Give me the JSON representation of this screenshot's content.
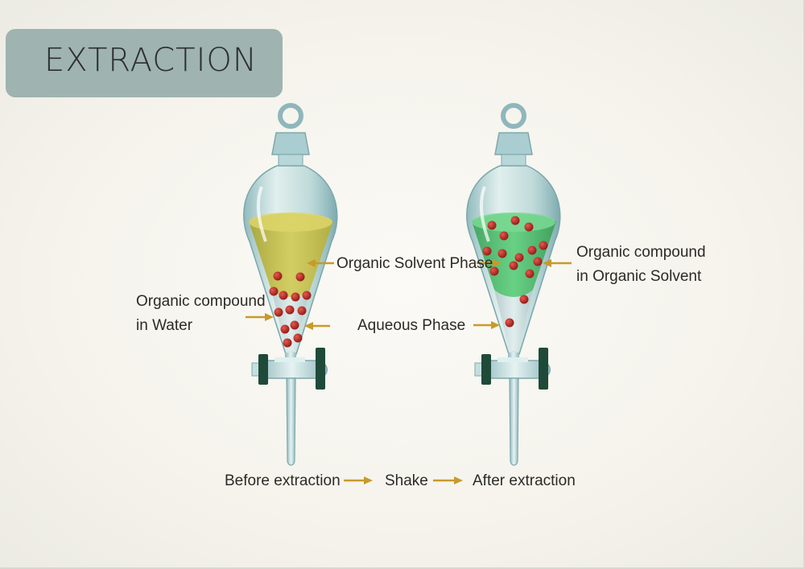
{
  "title": "EXTRACTION",
  "labels": {
    "organic_solvent_phase": "Organic Solvent Phase",
    "organic_compound_in_water_line1": "Organic compound",
    "organic_compound_in_water_line2": "in Water",
    "aqueous_phase": "Aqueous Phase",
    "organic_compound_in_solvent_line1": "Organic compound",
    "organic_compound_in_solvent_line2": "in Organic Solvent"
  },
  "steps": {
    "before": "Before extraction",
    "shake": "Shake",
    "after": "After extraction"
  },
  "colors": {
    "title_box": "#9fb3b0",
    "glass": "#9ec3c6",
    "organic_before": "#c9c24a",
    "organic_after": "#4fbf6e",
    "particle": "#b3261e",
    "arrow": "#c89a2a",
    "stopcock_knob": "#1f4a3a"
  }
}
